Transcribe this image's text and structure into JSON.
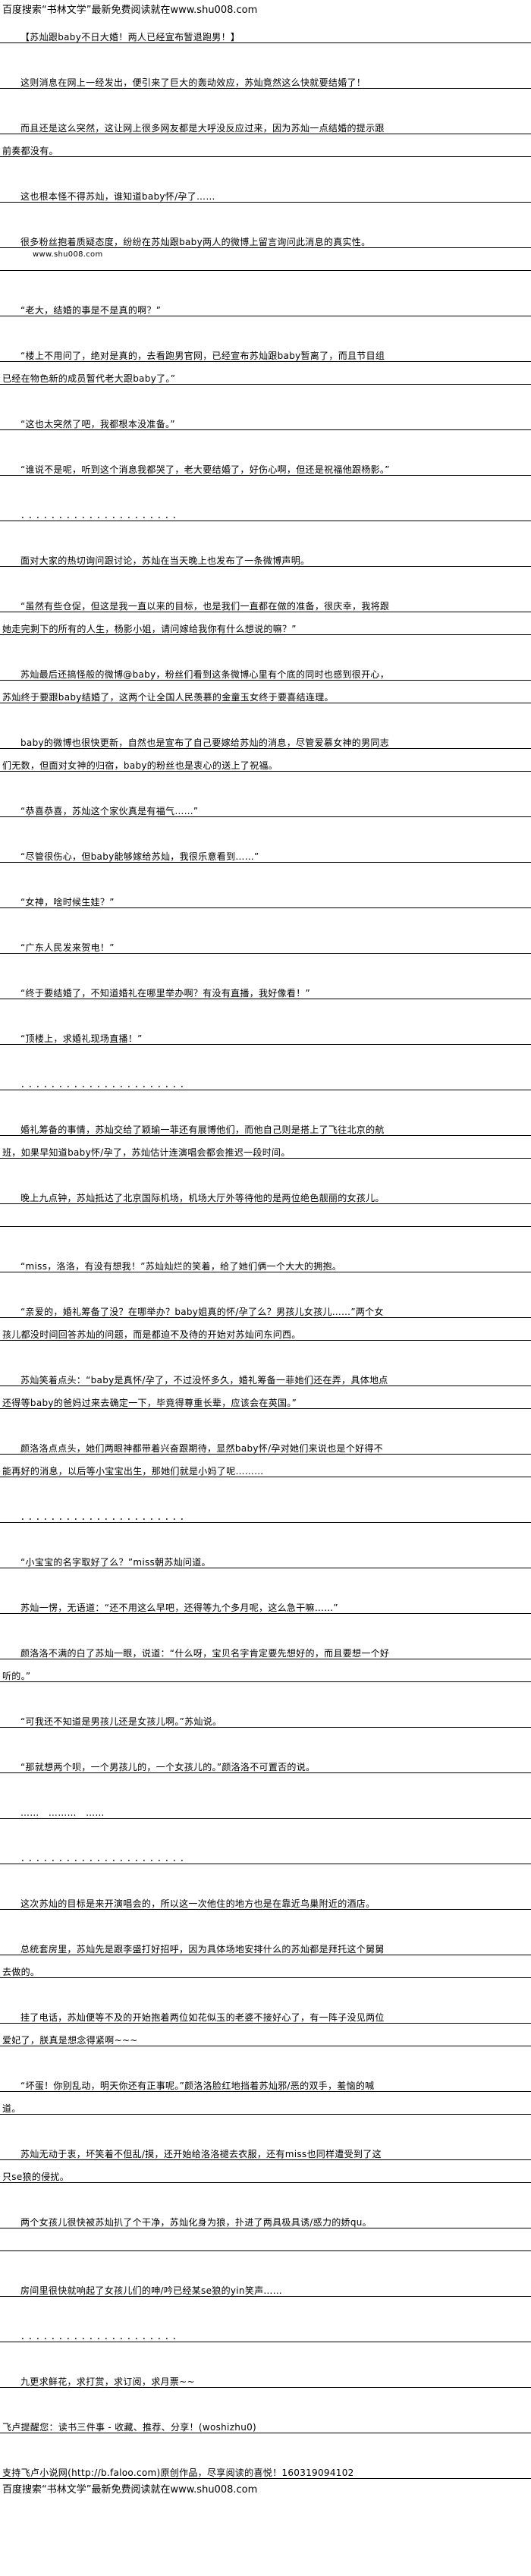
{
  "header": "百度搜索“书林文学”最新免费阅读就在www.shu008.com",
  "paragraphs": [
    {
      "text": "【苏灿跟baby不日大婚！两人已经宣布暂退跑男！】",
      "kind": "title"
    },
    {
      "text": "这则消息在网上一经发出，便引来了巨大的轰动效应，苏灿竟然这么快就要结婚了！"
    },
    {
      "text": "而且还是这么突然，这让网上很多网友都是大呼没反应过来，因为苏灿一点结婚的提示跟前奏都没有。"
    },
    {
      "text": "这也根本怪不得苏灿，谁知道baby怀/孕了……"
    },
    {
      "text": "很多粉丝抱着质疑态度，纷纷在苏灿跟baby两人的微博上留言询问此消息的真实性。"
    },
    {
      "text": "www.shu008.com",
      "kind": "watermark"
    },
    {
      "text": "“老大，结婚的事是不是真的啊？”"
    },
    {
      "text": "“楼上不用问了，绝对是真的，去看跑男官网，已经宣布苏灿跟baby暂离了，而且节目组已经在物色新的成员暂代老大跟baby了。”"
    },
    {
      "text": "“这也太突然了吧，我都根本没准备。”"
    },
    {
      "text": "“谁说不是呢，听到这个消息我都哭了，老大要结婚了，好伤心啊，但还是祝福他跟杨影。”"
    },
    {
      "text": "．．．．．．．．．．．．．．．．．．．．．",
      "kind": "dots"
    },
    {
      "text": "面对大家的热切询问跟讨论，苏灿在当天晚上也发布了一条微博声明。"
    },
    {
      "text": "“虽然有些仓促，但这是我一直以来的目标，也是我们一直都在做的准备，很庆幸，我将跟她走完剩下的所有的人生，杨影小姐，请问嫁给我你有什么想说的嘛？”"
    },
    {
      "text": "苏灿最后还搞怪般的微博@baby，粉丝们看到这条微博心里有个底的同时也感到很开心，苏灿终于要跟baby结婚了，这两个让全国人民羡慕的金童玉女终于要喜结连理。"
    },
    {
      "text": "baby的微博也很快更新，自然也是宣布了自己要嫁给苏灿的消息，尽管爱慕女神的男同志们无数，但面对女神的归宿，baby的粉丝也是衷心的送上了祝福。"
    },
    {
      "text": "“恭喜恭喜，苏灿这个家伙真是有福气……”"
    },
    {
      "text": "“尽管很伤心，但baby能够嫁给苏灿，我很乐意看到……”"
    },
    {
      "text": "“女神，啥时候生娃？”"
    },
    {
      "text": "“广东人民发来贺电！”"
    },
    {
      "text": "“终于要结婚了，不知道婚礼在哪里举办啊？有没有直播，我好像看！”"
    },
    {
      "text": "“顶楼上，求婚礼现场直播！”"
    },
    {
      "text": "．．．．．．．．．．．．．．．．．．．．．．",
      "kind": "dots"
    },
    {
      "text": "婚礼筹备的事情，苏灿交给了颖瑜一菲还有展博他们，而他自己则是搭上了飞往北京的航班，如果早知道baby怀/孕了，苏灿估计连演唱会都会推迟一段时间。"
    },
    {
      "text": "晚上九点钟，苏灿抵达了北京国际机场，机场大厅外等待他的是两位绝色靓丽的女孩儿。",
      "trailing_empty": true
    },
    {
      "text": "“miss，洛洛，有没有想我！”苏灿灿烂的笑着，给了她们俩一个大大的拥抱。"
    },
    {
      "text": "“亲爱的，婚礼筹备了没？在哪举办？baby姐真的怀/孕了么？男孩儿女孩儿……”两个女孩儿都没时间回答苏灿的问题，而是都迫不及待的开始对苏灿问东问西。"
    },
    {
      "text": "苏灿笑着点头：“baby是真怀/孕了，不过没怀多久，婚礼筹备一菲她们还在弄，具体地点还得等baby的爸妈过来去确定一下，毕竟得尊重长辈，应该会在英国。”"
    },
    {
      "text": "颜洛洛点点头，她们两眼神都带着兴奋跟期待，显然baby怀/孕对她们来说也是个好得不能再好的消息，以后等小宝宝出生，那她们就是小妈了呢………"
    },
    {
      "text": "．．．．．．．．．．．．．．．．．．．．．．",
      "kind": "dots"
    },
    {
      "text": "“小宝宝的名字取好了么？”miss朝苏灿问道。"
    },
    {
      "text": "苏灿一愣，无语道：“还不用这么早吧，还得等九个多月呢，这么急干嘛……”"
    },
    {
      "text": "颜洛洛不满的白了苏灿一眼，说道：“什么呀，宝贝名字肯定要先想好的，而且要想一个好听的。”"
    },
    {
      "text": "“可我还不知道是男孩儿还是女孩儿啊。”苏灿说。"
    },
    {
      "text": "“那就想两个呗，一个男孩儿的，一个女孩儿的。”颜洛洛不可置否的说。"
    },
    {
      "text": "……　………　……",
      "kind": "plain-indent"
    },
    {
      "text": "．．．．．．．．．．．．．．．．．．．．．．",
      "kind": "dots"
    },
    {
      "text": "这次苏灿的目标是来开演唱会的，所以这一次他住的地方也是在靠近鸟巢附近的酒店。"
    },
    {
      "text": "总统套房里，苏灿先是跟李盛打好招呼，因为具体场地安排什么的苏灿都是拜托这个舅舅去做的。"
    },
    {
      "text": "挂了电话，苏灿便等不及的开始抱着两位如花似玉的老婆不接好心了，有一阵子没见两位爱妃了，朕真是想念得紧啊~~~"
    },
    {
      "text": "“坏蛋！你别乱动，明天你还有正事呢。”颜洛洛脸红地挡着苏灿邪/恶的双手，羞恼的喊道。"
    },
    {
      "text": "苏灿无动于衷，坏笑着不但乱/摸，还开始给洛洛褪去衣服，还有miss也同样遭受到了这只se狼的侵扰。"
    },
    {
      "text": "两个女孩儿很快被苏灿扒了个干净，苏灿化身为狼，扑进了两具极具诱/惑力的娇qu。",
      "trailing_empty": true
    },
    {
      "text": "房间里很快就响起了女孩儿们的呻/吟已经某se狼的yin笑声……"
    },
    {
      "text": "．．．．．．．．．．．．．．．．．．．．．",
      "kind": "dots"
    },
    {
      "text": "九更求鲜花，求打赏，求订阅，求月票~~"
    },
    {
      "text": "飞卢提醒您：读书三件事 - 收藏、推荐、分享！(woshizhu0)",
      "kind": "noindent"
    },
    {
      "text": "支持飞卢小说网(http://b.faloo.com)原创作品，尽享阅读的喜悦！160319094102",
      "kind": "noindent"
    }
  ],
  "footer": "百度搜索“书林文学”最新免费阅读就在www.shu008.com"
}
